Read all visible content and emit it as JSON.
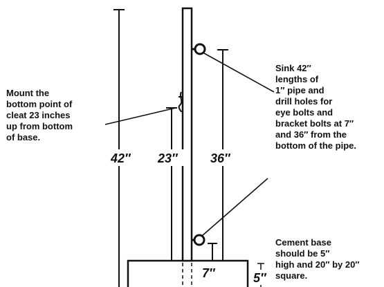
{
  "annotations": {
    "mount_note": [
      "Mount the",
      "bottom point of",
      "cleat 23 inches",
      "up from bottom",
      "of base."
    ],
    "sink_note": [
      "Sink 42″",
      "lengths of",
      "1″ pipe and",
      "drill holes for",
      "eye bolts and",
      "bracket bolts at 7″",
      "and 36″ from the",
      "bottom of the pipe."
    ],
    "base_note": [
      "Cement base",
      "should be 5″",
      "high and 20″ by 20″",
      "square."
    ]
  },
  "dimensions": {
    "total_height": "42″",
    "cleat_height": "23″",
    "upper_hole_height": "36″",
    "lower_hole_height": "7″",
    "base_height": "5″"
  },
  "colors": {
    "ink": "#111111",
    "paper": "#ffffff"
  }
}
